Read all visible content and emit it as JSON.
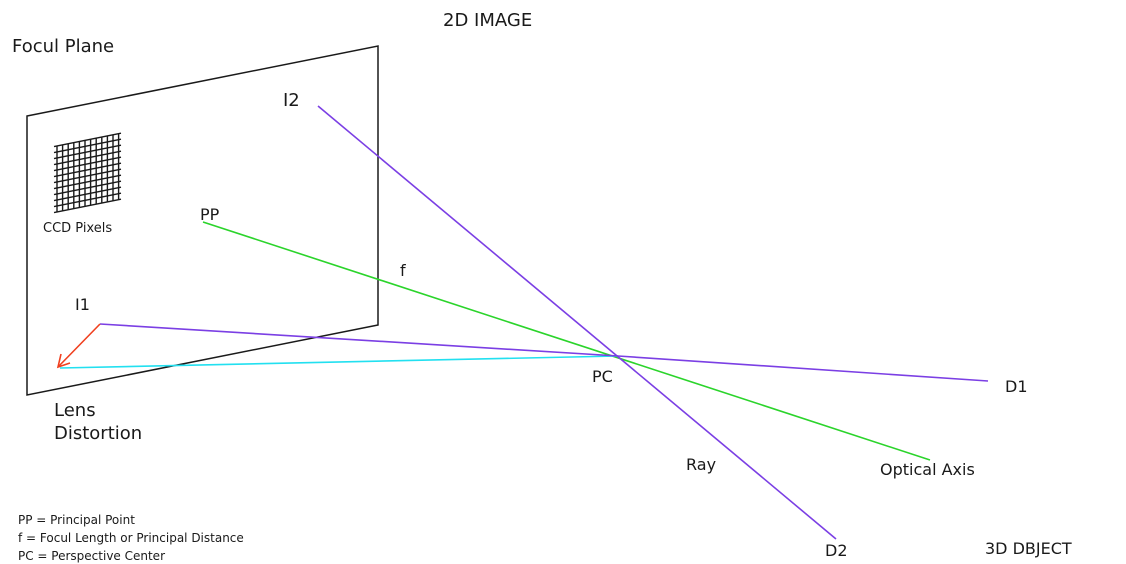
{
  "labels": {
    "image_2d": "2D IMAGE",
    "focal_plane": "Focul Plane",
    "i2": "I2",
    "ccd_pixels": "CCD Pixels",
    "pp": "PP",
    "f": "f",
    "i1": "I1",
    "pc": "PC",
    "o1": "D1",
    "lens_distortion_line1": "Lens",
    "lens_distortion_line2": "Distortion",
    "ray": "Ray",
    "optical_axis": "Optical Axis",
    "o2": "D2",
    "object_3d": "3D DBJECT"
  },
  "legend": [
    "PP = Principal Point",
    "f = Focul Length or Principal Distance",
    "PC = Perspective Center"
  ],
  "colors": {
    "ray": "#7b3fe4",
    "optical_axis": "#2bd42b",
    "distorted_ray": "#22e0f0",
    "distortion_arrow": "#f0401f",
    "plane": "#1a1a1a",
    "pixel_grid": "#1a1a1a"
  }
}
